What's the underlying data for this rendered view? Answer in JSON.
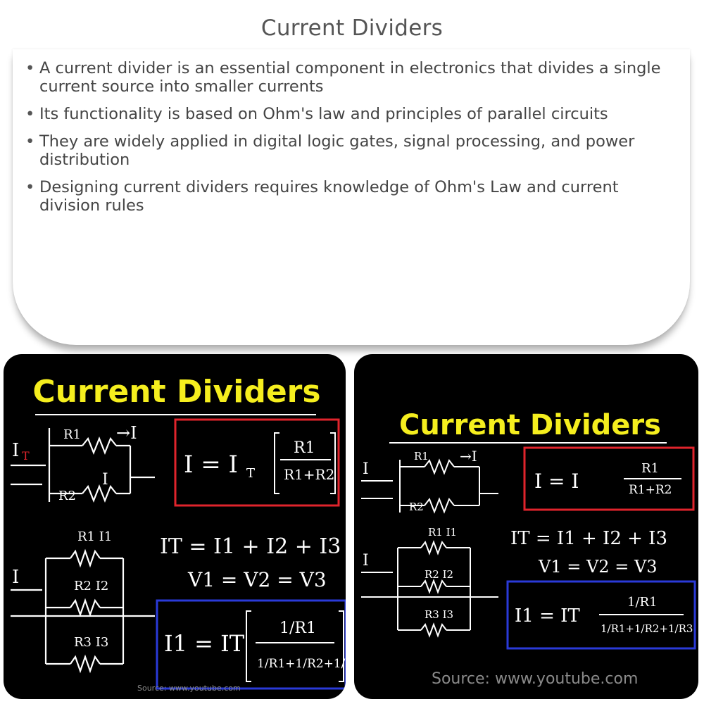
{
  "page": {
    "title": "Current Dividers"
  },
  "bullets": [
    "A current divider is an essential component in electronics that divides a single current source into smaller currents",
    "Its functionality is based on Ohm's law and principles of parallel circuits",
    "They are widely applied in digital logic gates, signal processing, and power distribution",
    "Designing current dividers requires knowledge of Ohm's Law and current division rules"
  ],
  "images": {
    "left": {
      "title": "Current Dividers",
      "source": "Source: www.youtube.com"
    },
    "right": {
      "title": "Current Dividers",
      "source": "Source: www.youtube.com"
    }
  },
  "colors": {
    "title_yellow": "#f5ee1e",
    "box_red": "#e0242c",
    "box_blue": "#2a3ad8",
    "chalk_white": "#ffffff"
  }
}
